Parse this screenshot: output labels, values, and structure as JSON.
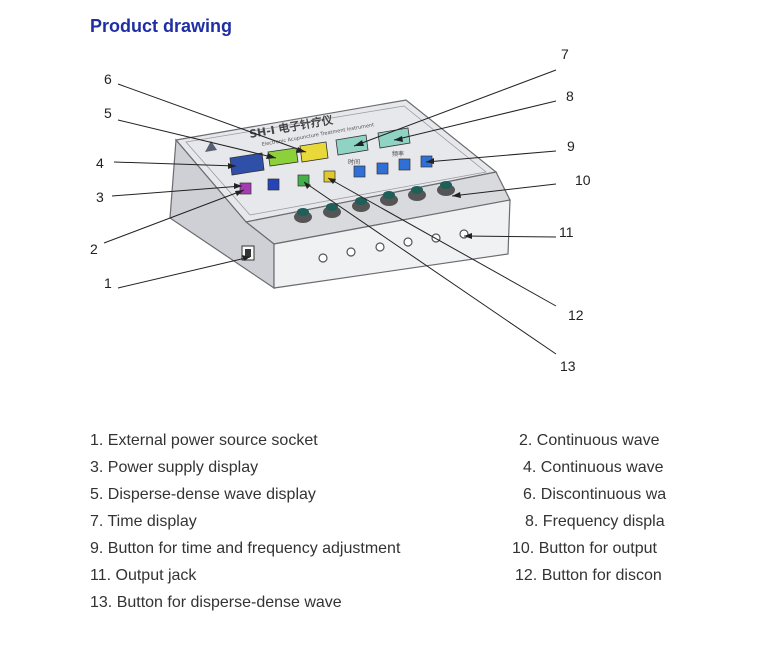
{
  "heading": "Product drawing",
  "device": {
    "brand_text": "SH-I 电子针疗仪",
    "subtitle_text": "Electronic Acupuncture Treatment Instrument",
    "display_labels": [
      "时间",
      "频率"
    ]
  },
  "callouts": [
    {
      "number": "1",
      "side": "left"
    },
    {
      "number": "2",
      "side": "left"
    },
    {
      "number": "3",
      "side": "left"
    },
    {
      "number": "4",
      "side": "left"
    },
    {
      "number": "5",
      "side": "left"
    },
    {
      "number": "6",
      "side": "left"
    },
    {
      "number": "7",
      "side": "right"
    },
    {
      "number": "8",
      "side": "right"
    },
    {
      "number": "9",
      "side": "right"
    },
    {
      "number": "10",
      "side": "right"
    },
    {
      "number": "11",
      "side": "right"
    },
    {
      "number": "12",
      "side": "right"
    },
    {
      "number": "13",
      "side": "right"
    }
  ],
  "legend": [
    "1. External power source socket",
    "2. Continuous wave",
    "3. Power supply display",
    "4. Continuous wave",
    "5. Disperse-dense wave display",
    "6. Discontinuous wa",
    "7. Time display",
    "8. Frequency displa",
    "9. Button for time and frequency adjustment",
    "10. Button for output",
    "11. Output jack",
    "12. Button for discon",
    "13. Button for disperse-dense wave"
  ]
}
